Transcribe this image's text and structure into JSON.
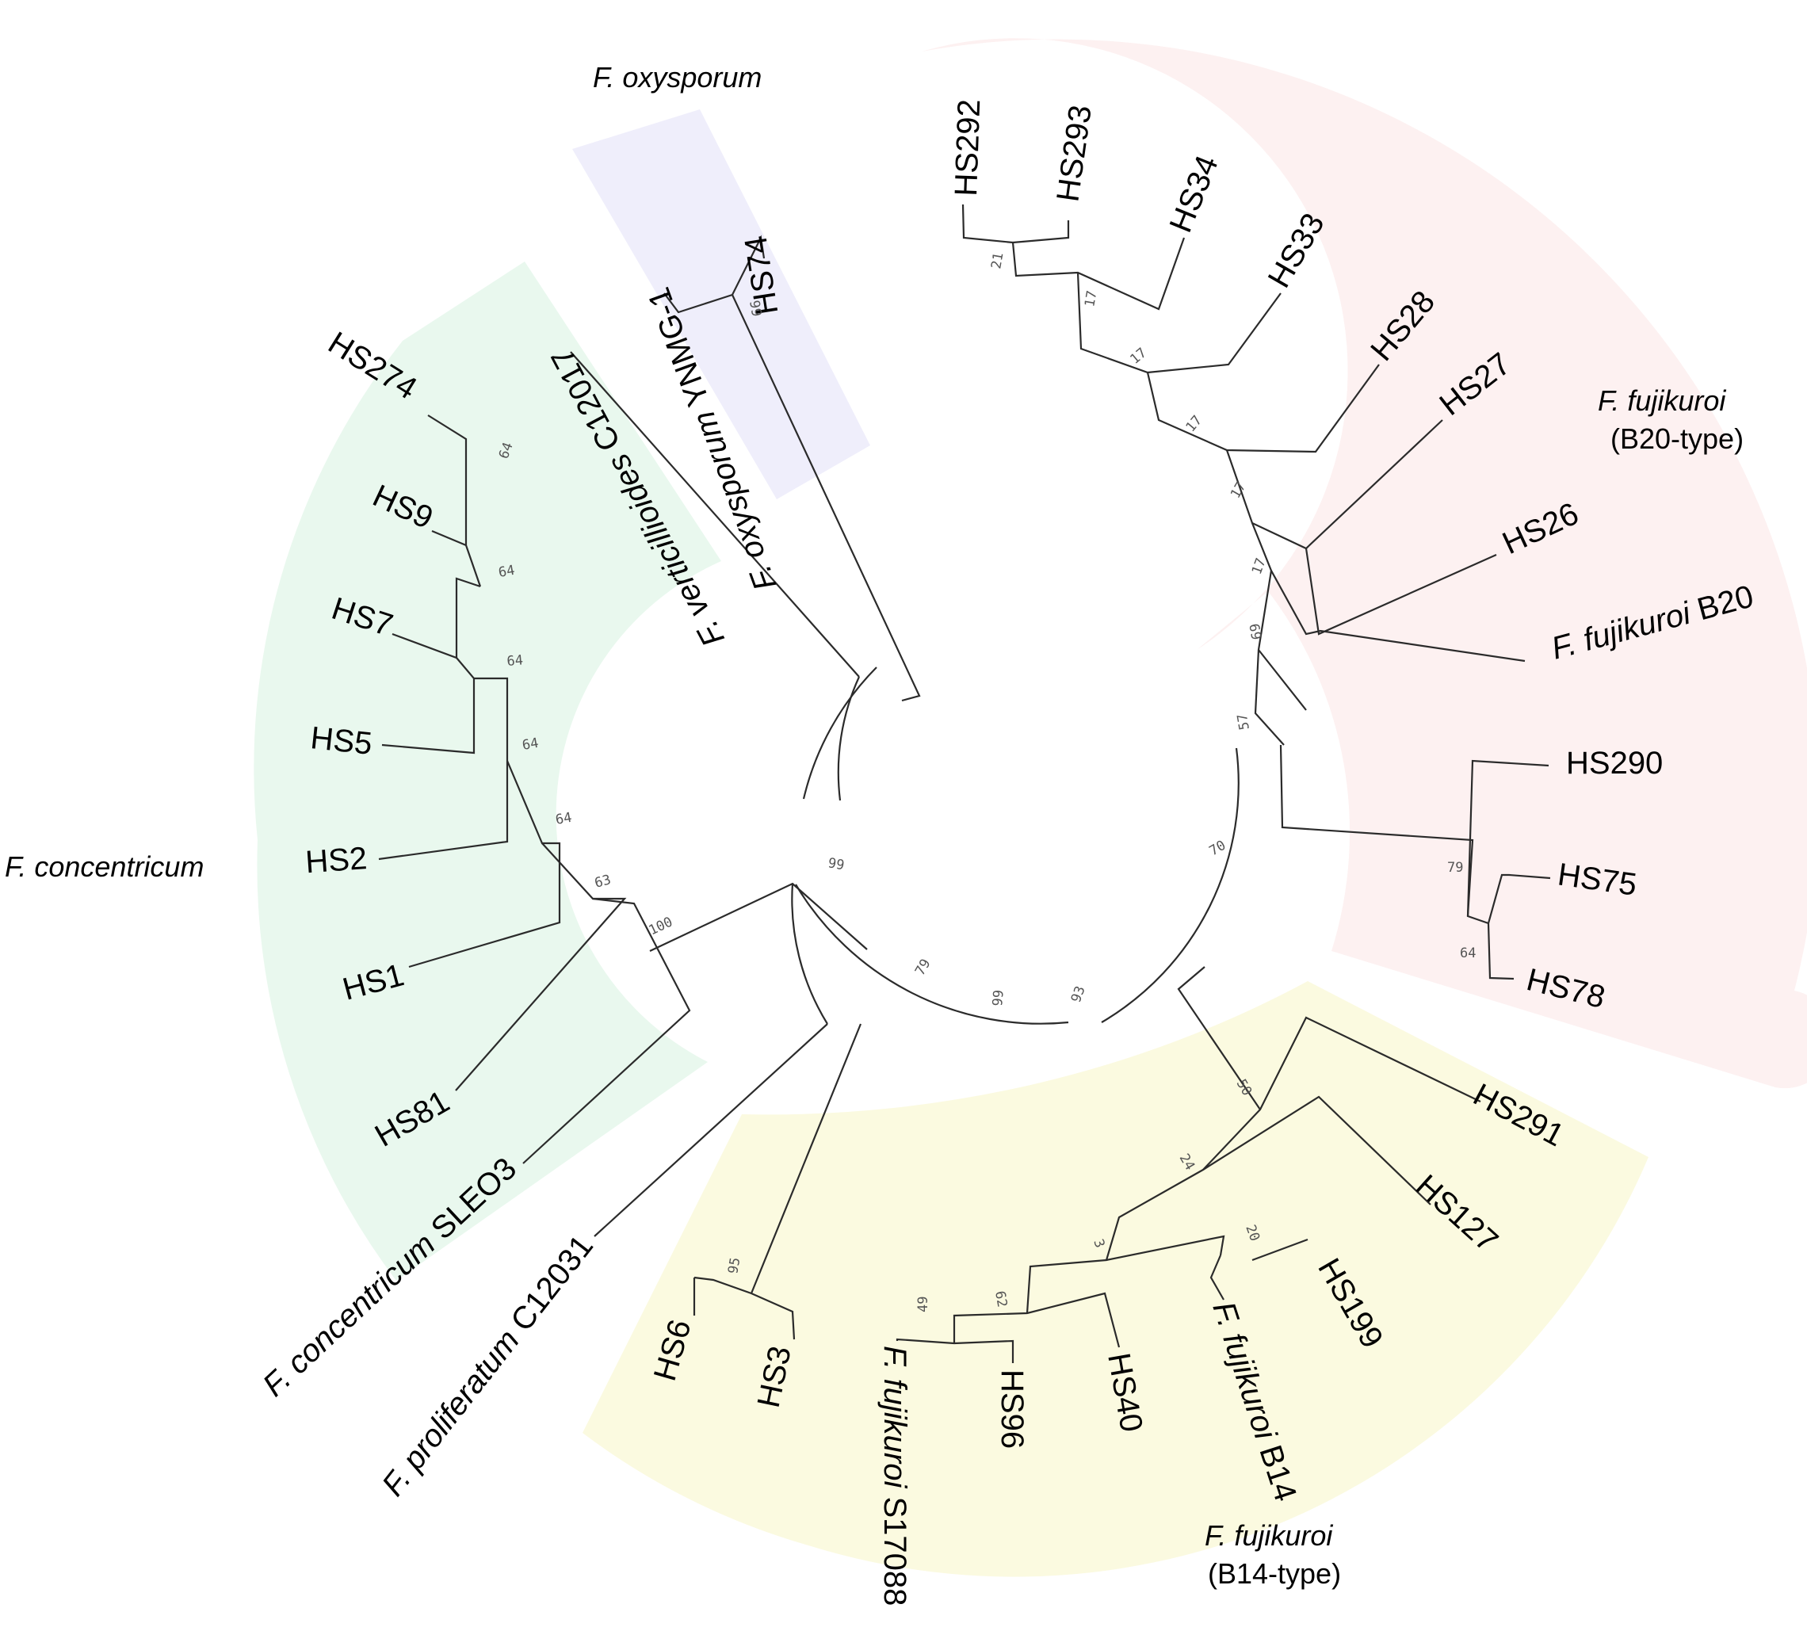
{
  "colors": {
    "oxysporum_band": "#efeefb",
    "b20_band": "#fdf1f1",
    "concentricum_band": "#e9f8ee",
    "b14_band": "#fbfae0",
    "branch": "#2b2b2b"
  },
  "clades": {
    "oxysporum": {
      "species": "F. oxysporum",
      "type": ""
    },
    "b20": {
      "species": "F. fujikuroi",
      "type": "(B20-type)"
    },
    "concentricum": {
      "species": "F. concentricum",
      "type": ""
    },
    "b14": {
      "species": "F. fujikuroi",
      "type": "(B14-type)"
    }
  },
  "leaves": {
    "HS274": {
      "species": "",
      "strain": "HS274"
    },
    "HS9": {
      "species": "",
      "strain": "HS9"
    },
    "HS7": {
      "species": "",
      "strain": "HS7"
    },
    "HS5": {
      "species": "",
      "strain": "HS5"
    },
    "HS2": {
      "species": "",
      "strain": "HS2"
    },
    "HS1": {
      "species": "",
      "strain": "HS1"
    },
    "HS81": {
      "species": "",
      "strain": "HS81"
    },
    "SLEO3": {
      "species": "F. concentricum",
      "strain": "SLEO3"
    },
    "C12031": {
      "species": "F. proliferatum",
      "strain": "C12031"
    },
    "HS6": {
      "species": "",
      "strain": "HS6"
    },
    "HS3": {
      "species": "",
      "strain": "HS3"
    },
    "S17088": {
      "species": "F. fujikuroi",
      "strain": "S17088"
    },
    "HS96": {
      "species": "",
      "strain": "HS96"
    },
    "HS40": {
      "species": "",
      "strain": "HS40"
    },
    "B14": {
      "species": "F. fujikuroi",
      "strain": "B14"
    },
    "HS199": {
      "species": "",
      "strain": "HS199"
    },
    "HS127": {
      "species": "",
      "strain": "HS127"
    },
    "HS291": {
      "species": "",
      "strain": "HS291"
    },
    "HS78": {
      "species": "",
      "strain": "HS78"
    },
    "HS75": {
      "species": "",
      "strain": "HS75"
    },
    "HS290": {
      "species": "",
      "strain": "HS290"
    },
    "B20": {
      "species": "F. fujikuroi",
      "strain": "B20"
    },
    "HS26": {
      "species": "",
      "strain": "HS26"
    },
    "HS27": {
      "species": "",
      "strain": "HS27"
    },
    "HS28": {
      "species": "",
      "strain": "HS28"
    },
    "HS33": {
      "species": "",
      "strain": "HS33"
    },
    "HS34": {
      "species": "",
      "strain": "HS34"
    },
    "HS293": {
      "species": "",
      "strain": "HS293"
    },
    "HS292": {
      "species": "",
      "strain": "HS292"
    },
    "HS74": {
      "species": "",
      "strain": "HS74"
    },
    "YNMG1": {
      "species": "F. oxysporum",
      "strain": "YNMG-1"
    },
    "C12017": {
      "species": "F. verticillioides",
      "strain": "C12017"
    }
  },
  "support": {
    "hs274_hs9": "64",
    "plus_hs7": "64",
    "plus_hs5": "64",
    "plus_hs2": "64",
    "plus_hs1": "64",
    "plus_hs81": "63",
    "concentricum": "100",
    "hs6_hs3": "95",
    "s17088_hs96": "49",
    "plus_hs40": "62",
    "b14_hs199": "20",
    "b14_core": "3",
    "plus_hs127": "24",
    "b14_clade": "50",
    "hs78_hs75": "64",
    "hs290_group": "79",
    "hs292_hs293": "21",
    "plus_hs34": "17",
    "plus_hs33": "17",
    "plus_hs28": "17",
    "plus_hs27": "17",
    "plus_hs26": "17",
    "b20_clade": "69",
    "b20_all": "57",
    "fujikuroi": "70",
    "fuj_hs6": "93",
    "fuj_prolif": "99",
    "plus_concentricum": "79",
    "root": "99",
    "oxysporum": "99"
  }
}
